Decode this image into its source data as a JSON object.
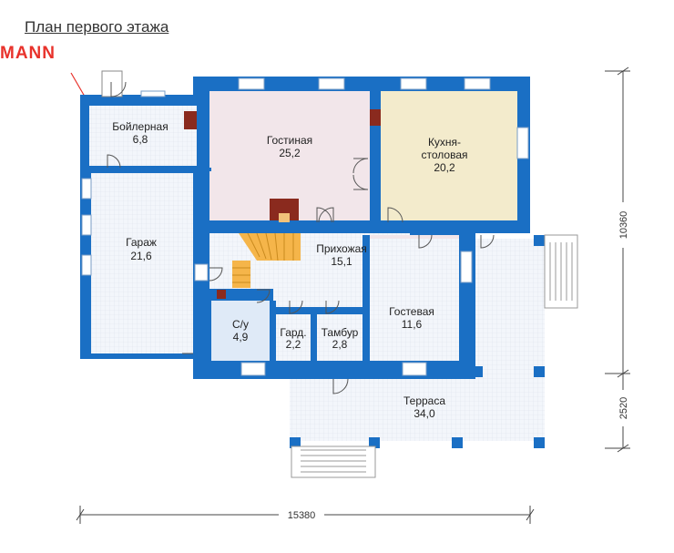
{
  "title": "План первого этажа",
  "brand": "MANN",
  "rooms": [
    {
      "name": "Бойлерная",
      "area": "6,8"
    },
    {
      "name": "Гостиная",
      "area": "25,2"
    },
    {
      "name": "Кухня-",
      "name2": "столовая",
      "area": "20,2"
    },
    {
      "name": "Гараж",
      "area": "21,6"
    },
    {
      "name": "Прихожая",
      "area": "15,1"
    },
    {
      "name": "С/у",
      "area": "4,9"
    },
    {
      "name": "Гард.",
      "area": "2,2"
    },
    {
      "name": "Тамбур",
      "area": "2,8"
    },
    {
      "name": "Гостевая",
      "area": "11,6"
    },
    {
      "name": "Терраса",
      "area": "34,0"
    }
  ],
  "dimensions": {
    "width": "15380",
    "height_main": "10360",
    "height_terrace": "2520"
  },
  "colors": {
    "wall": "#1a6fc4",
    "floor": "#eef3fa",
    "living": "#f2e6ea",
    "kitchen": "#f3ebcc",
    "bath": "#dfeaf7",
    "stairs": "#f5b54a",
    "brand": "#e8322b"
  }
}
